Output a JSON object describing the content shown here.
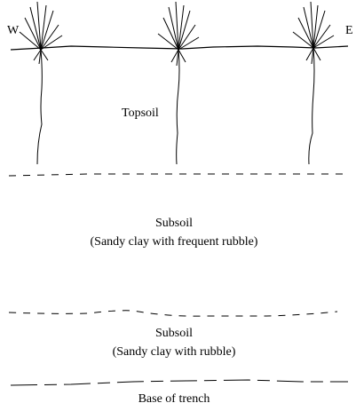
{
  "compass": {
    "west": "W",
    "east": "E"
  },
  "layers": {
    "topsoil": "Topsoil",
    "subsoil_upper": {
      "name": "Subsoil",
      "description": "(Sandy clay with frequent rubble)"
    },
    "subsoil_lower": {
      "name": "Subsoil",
      "description": "(Sandy clay with rubble)"
    },
    "base": "Base of trench"
  }
}
